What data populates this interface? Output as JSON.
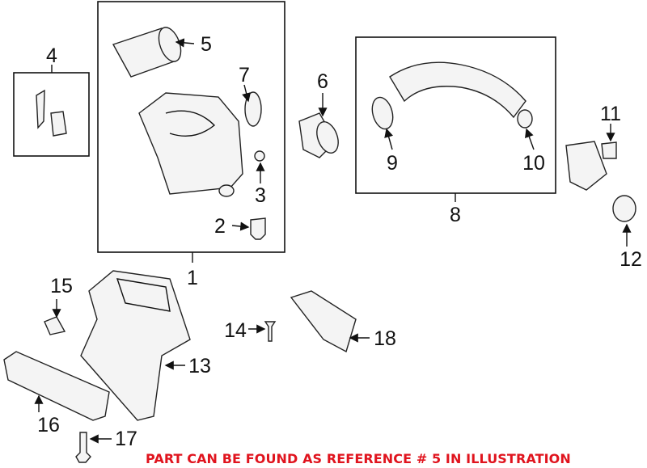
{
  "diagram": {
    "callouts": {
      "c1": "1",
      "c2": "2",
      "c3": "3",
      "c4": "4",
      "c5": "5",
      "c6": "6",
      "c7": "7",
      "c8": "8",
      "c9": "9",
      "c10": "10",
      "c11": "11",
      "c12": "12",
      "c13": "13",
      "c14": "14",
      "c15": "15",
      "c16": "16",
      "c17": "17",
      "c18": "18"
    },
    "note": "PART CAN BE FOUND AS REFERENCE # 5 IN ILLUSTRATION",
    "note_color": "#e0141e"
  }
}
